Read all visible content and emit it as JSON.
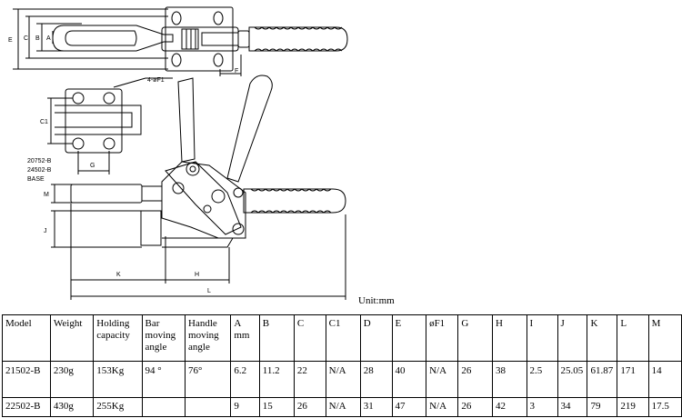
{
  "drawing": {
    "dim_labels": {
      "E": "E",
      "C": "C",
      "B": "B",
      "A": "A",
      "F": "F",
      "F1": "4-øF1",
      "C1": "C1",
      "G": "G",
      "M": "M",
      "J": "J",
      "K": "K",
      "H": "H",
      "L": "L"
    },
    "base_note": [
      "20752-B",
      "24502-B",
      "BASE"
    ]
  },
  "unit_label": "Unit:mm",
  "table": {
    "headers": [
      "Model",
      "Weight",
      "Holding capacity",
      "Bar moving angle",
      "Handle moving angle",
      "A mm",
      "B",
      "C",
      "C1",
      "D",
      "E",
      "øF1",
      "G",
      "H",
      "I",
      "J",
      "K",
      "L",
      "M"
    ],
    "rows": [
      [
        "21502-B",
        "230g",
        "153Kg",
        "94 °",
        "76°",
        "6.2",
        "11.2",
        "22",
        "N/A",
        "28",
        "40",
        "N/A",
        "26",
        "38",
        "2.5",
        "25.05",
        "61.87",
        "171",
        "14"
      ],
      [
        "22502-B",
        "430g",
        "255Kg",
        "",
        "",
        "9",
        "15",
        "26",
        "N/A",
        "31",
        "47",
        "N/A",
        "26",
        "42",
        "3",
        "34",
        "79",
        "219",
        "17.5"
      ]
    ]
  }
}
